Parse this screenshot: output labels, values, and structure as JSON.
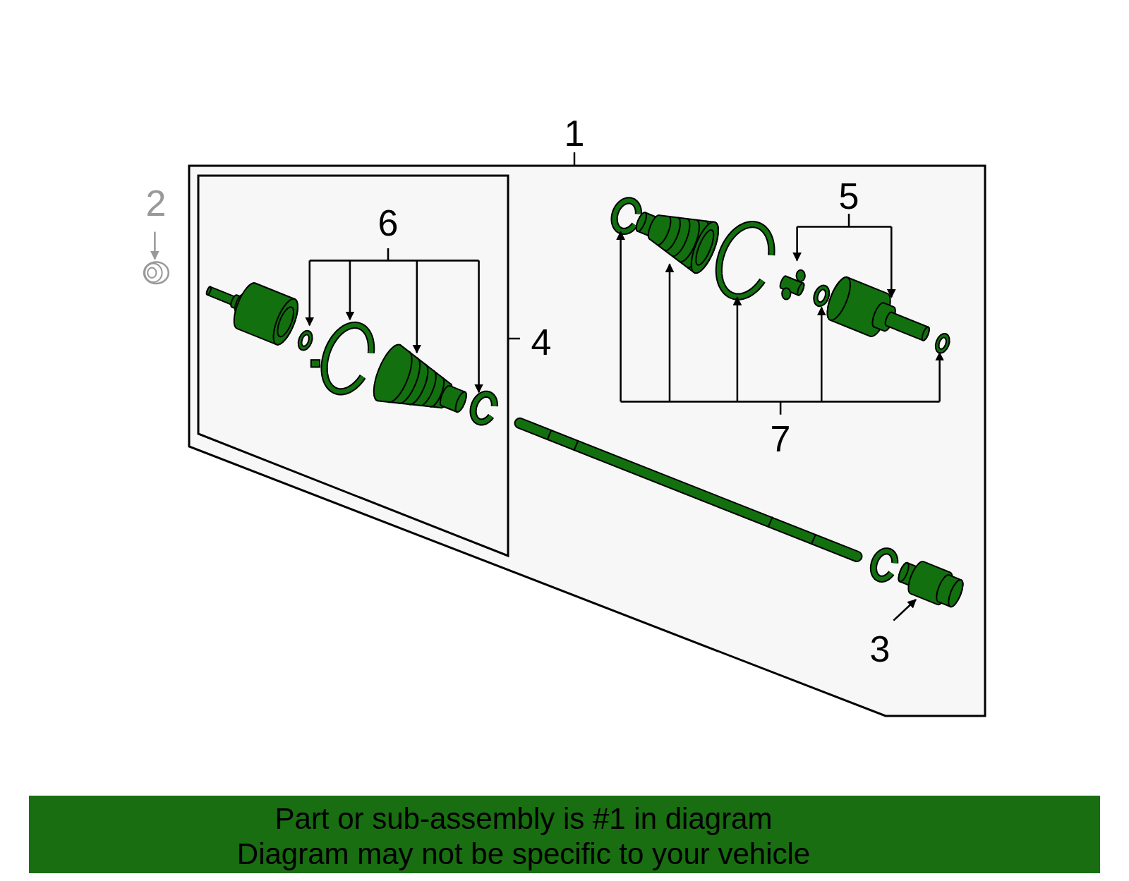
{
  "diagram": {
    "nodes": [
      {
        "text": [
          "1"
        ]
      },
      {
        "text": [
          "4"
        ],
        "in": 0
      },
      {
        "text": [
          "Part or sub-assembly is #1 in diagram",
          "Diagram may not be specific to your vehicle"
        ]
      }
    ],
    "labels": [
      "2",
      "6",
      "5",
      "7",
      "3"
    ]
  }
}
